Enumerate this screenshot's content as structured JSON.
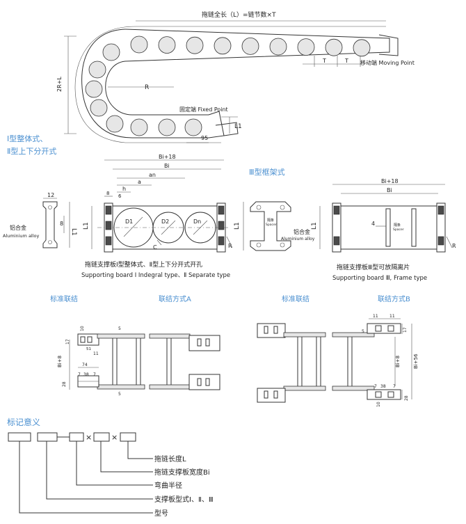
{
  "top": {
    "total_length": "拖链全长（L）=链节数×T",
    "moving_point": "移动端 Moving Point",
    "fixed_point": "固定端 Fixed Point",
    "label_2rl": "2R+L",
    "label_r": "R",
    "label_t": "T",
    "label_l1": "L1",
    "label_95": "95"
  },
  "types": {
    "type12_line1": "Ⅰ型整体式、",
    "type12_line2": "Ⅱ型上下分开式",
    "type3": "Ⅲ型框架式"
  },
  "board12": {
    "aluminium_cn": "铝合金",
    "aluminium_en": "Aluminium alloy",
    "dim_12": "12",
    "dim_8": "8",
    "dim_l1": "L1",
    "dim_bi18": "Bi+18",
    "dim_bi": "Bi",
    "dim_an": "an",
    "dim_a": "a",
    "dim_h": "h",
    "dim_6": "6",
    "dim_8b": "8",
    "d1": "D1",
    "d2": "D2",
    "dn": "Dn",
    "c": "C",
    "r": "R",
    "caption_cn": "拖链支撑板Ⅰ型整体式、Ⅱ型上下分开式开孔",
    "caption_en": "Supporting board Ⅰ Indegral type、Ⅱ Separate type"
  },
  "board3": {
    "dim_bi18": "Bi+18",
    "dim_bi": "Bi",
    "dim_4": "4",
    "dim_l1": "L1",
    "spacer_cn": "隔条",
    "spacer_en": "Spacer",
    "aluminium_cn": "铝合金",
    "aluminium_en": "Aluminium alloy",
    "r": "R",
    "caption_cn": "拖链支撑板Ⅲ型可放隔离片",
    "caption_en": "Supporting board Ⅲ, Frame type"
  },
  "joins": {
    "std1": "标准联结",
    "a": "联结方式A",
    "std2": "标准联结",
    "b": "联结方式B"
  },
  "jdimsA": {
    "d10": "10",
    "d17": "17",
    "d51": "51",
    "d11": "11",
    "d74": "74",
    "d7a": "7",
    "d38": "38",
    "d7b": "7",
    "d28": "28",
    "bi8": "Bi+8",
    "d5a": "5",
    "d5b": "5"
  },
  "jdimsB": {
    "d11a": "11",
    "d11b": "11",
    "d5": "5",
    "d17": "17",
    "bi8": "Bi+8",
    "bi56": "Bi+56",
    "d7a": "7",
    "d38": "38",
    "d7b": "7",
    "d28": "28",
    "d10": "10"
  },
  "legend": {
    "title": "标记意义",
    "length": "拖链长度L",
    "width": "拖链支撑板宽度Bi",
    "radius": "弯曲半径",
    "board_type": "支撑板型式Ⅰ、Ⅱ、Ⅲ",
    "model": "型号",
    "x": "×"
  }
}
